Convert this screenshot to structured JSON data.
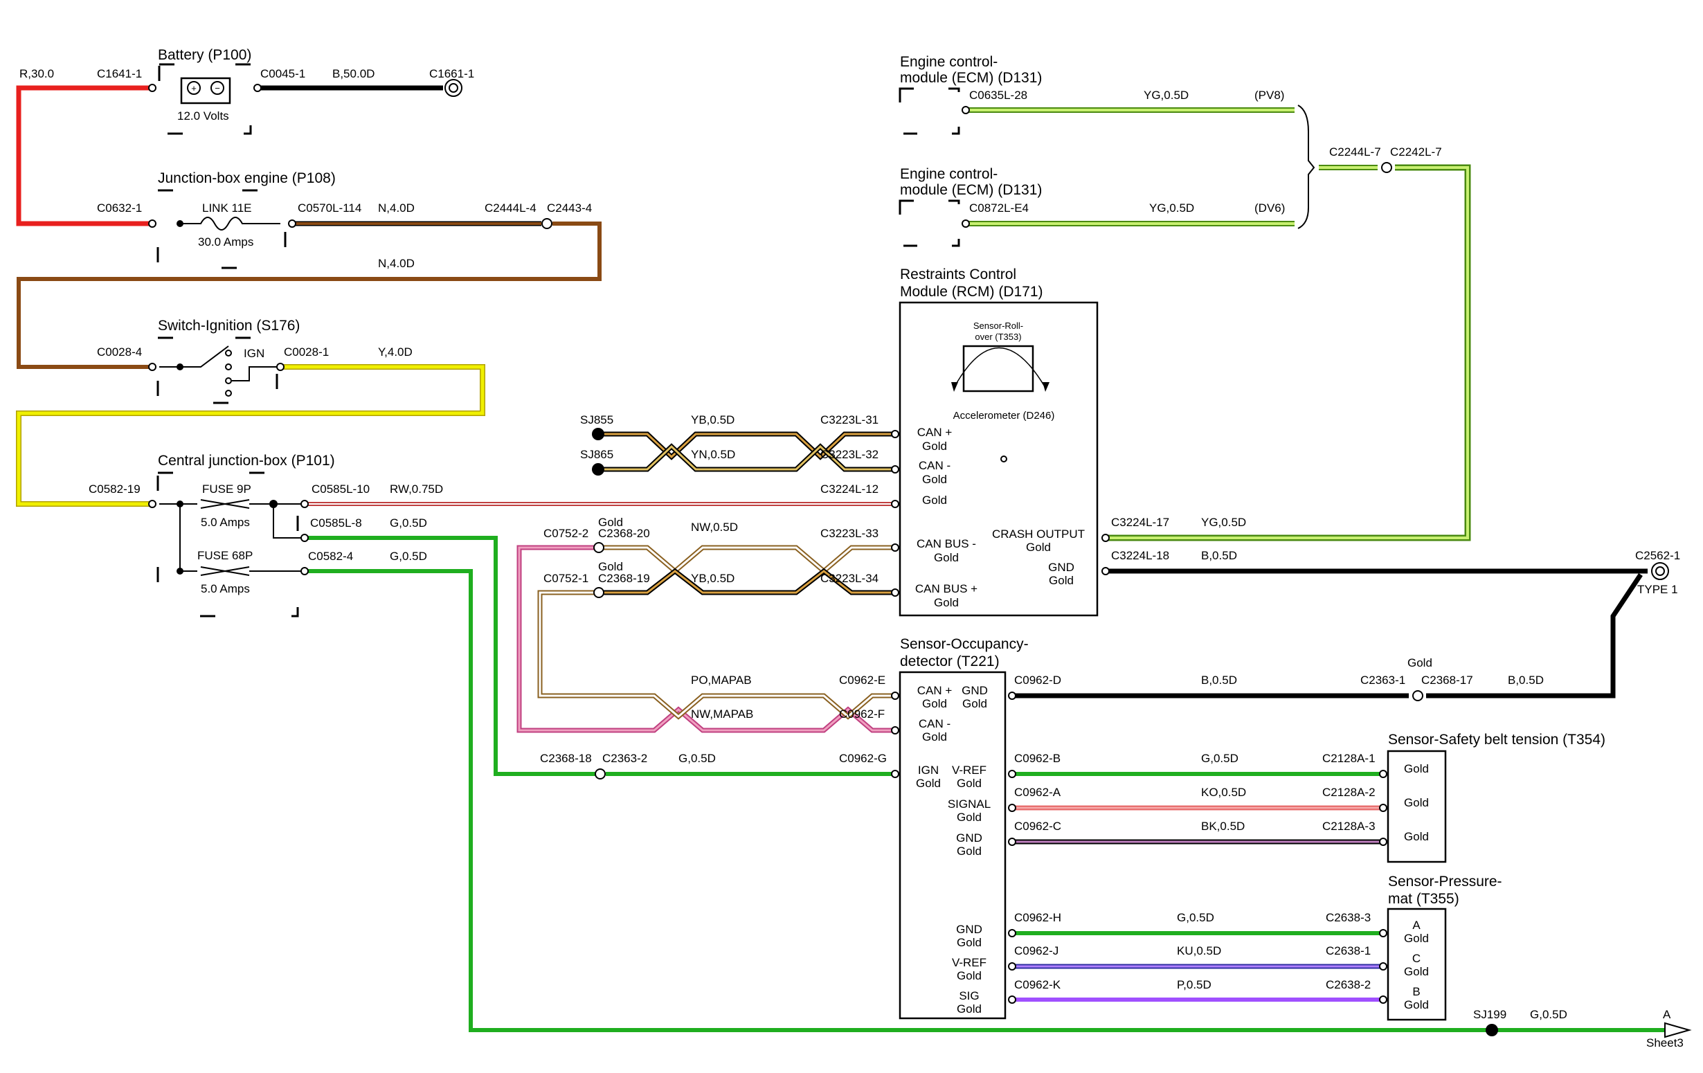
{
  "components": {
    "battery": {
      "title": "Battery (P100)",
      "value": "12.0 Volts"
    },
    "jbe": {
      "title": "Junction-box engine (P108)",
      "link": "LINK 11E",
      "amps": "30.0 Amps"
    },
    "ign": {
      "title": "Switch-Ignition (S176)",
      "pos": "IGN"
    },
    "cjb": {
      "title": "Central junction-box (P101)",
      "fuse1": "FUSE 9P",
      "amps1": "5.0 Amps",
      "fuse2": "FUSE 68P",
      "amps2": "5.0 Amps"
    },
    "ecm1": {
      "title1": "Engine control-",
      "title2": "module (ECM) (D131)"
    },
    "ecm2": {
      "title1": "Engine control-",
      "title2": "module (ECM) (D131)"
    },
    "rcm": {
      "title1": "Restraints Control",
      "title2": "Module (RCM) (D171)",
      "rollover1": "Sensor-Roll-",
      "rollover2": "over (T353)",
      "accel": "Accelerometer (D246)",
      "can_plus": "CAN +",
      "can_minus": "CAN -",
      "gold": "Gold",
      "canbus_minus": "CAN BUS -",
      "canbus_plus": "CAN BUS +",
      "crash": "CRASH OUTPUT",
      "gnd": "GND"
    },
    "occ": {
      "title1": "Sensor-Occupancy-",
      "title2": "detector (T221)",
      "can_plus": "CAN +",
      "gnd": "GND",
      "can_minus": "CAN -",
      "ign": "IGN",
      "vref": "V-REF",
      "signal": "SIGNAL",
      "sig": "SIG",
      "gold": "Gold"
    },
    "belt": {
      "title": "Sensor-Safety belt tension (T354)",
      "gold": "Gold"
    },
    "mat": {
      "title1": "Sensor-Pressure-",
      "title2": "mat (T355)",
      "a": "A",
      "c": "C",
      "b": "B",
      "gold": "Gold"
    }
  },
  "connectors": {
    "c1641_1": "C1641-1",
    "c0045_1": "C0045-1",
    "c1661_1": "C1661-1",
    "c0632_1": "C0632-1",
    "c0570l_114": "C0570L-114",
    "c2444l_4": "C2444L-4",
    "c2443_4": "C2443-4",
    "c0028_4": "C0028-4",
    "c0028_1": "C0028-1",
    "c0582_19": "C0582-19",
    "c0585l_10": "C0585L-10",
    "c0585l_8": "C0585L-8",
    "c0582_4": "C0582-4",
    "c0635l_28": "C0635L-28",
    "c0872l_e4": "C0872L-E4",
    "c2244l_7": "C2244L-7",
    "c2242l_7": "C2242L-7",
    "sj855": "SJ855",
    "sj865": "SJ865",
    "c3223l_31": "C3223L-31",
    "c3223l_32": "C3223L-32",
    "c3224l_12": "C3224L-12",
    "c3223l_33": "C3223L-33",
    "c3223l_34": "C3223L-34",
    "c0752_2": "C0752-2",
    "c2368_20": "C2368-20",
    "c0752_1": "C0752-1",
    "c2368_19": "C2368-19",
    "c3224l_17": "C3224L-17",
    "c3224l_18": "C3224L-18",
    "c2562_1": "C2562-1",
    "type1": "TYPE 1",
    "c0962_e": "C0962-E",
    "c0962_f": "C0962-F",
    "c0962_g": "C0962-G",
    "c0962_d": "C0962-D",
    "c2363_1": "C2363-1",
    "c2368_17": "C2368-17",
    "c2368_18": "C2368-18",
    "c2363_2": "C2363-2",
    "c0962_b": "C0962-B",
    "c0962_a": "C0962-A",
    "c0962_c": "C0962-C",
    "c2128a_1": "C2128A-1",
    "c2128a_2": "C2128A-2",
    "c2128a_3": "C2128A-3",
    "c0962_h": "C0962-H",
    "c0962_j": "C0962-J",
    "c0962_k": "C0962-K",
    "c2638_3": "C2638-3",
    "c2638_1": "C2638-1",
    "c2638_2": "C2638-2",
    "sj199": "SJ199",
    "sheet_a": "A",
    "sheet3": "Sheet3"
  },
  "wires": {
    "r30": "R,30.0",
    "b50": "B,50.0D",
    "n4a": "N,4.0D",
    "n4b": "N,4.0D",
    "y4": "Y,4.0D",
    "rw075": "RW,0.75D",
    "g05a": "G,0.5D",
    "g05b": "G,0.5D",
    "yg05_pv8": "YG,0.5D",
    "pv8": "(PV8)",
    "yg05_dv6": "YG,0.5D",
    "dv6": "(DV6)",
    "yb05a": "YB,0.5D",
    "yn05": "YN,0.5D",
    "gold1": "Gold",
    "nw05": "NW,0.5D",
    "gold2": "Gold",
    "yb05b": "YB,0.5D",
    "yg05_crash": "YG,0.5D",
    "b05_gnd": "B,0.5D",
    "po_mapab": "PO,MAPAB",
    "nw_mapab": "NW,MAPAB",
    "b05_d": "B,0.5D",
    "gold3": "Gold",
    "b05_d2": "B,0.5D",
    "g05_g": "G,0.5D",
    "g05_b": "G,0.5D",
    "ko05": "KO,0.5D",
    "bk05": "BK,0.5D",
    "g05_h": "G,0.5D",
    "ku05": "KU,0.5D",
    "p05": "P,0.5D",
    "g05_sj": "G,0.5D"
  },
  "colors": {
    "red": "#e8201e",
    "black": "#000000",
    "brown": "#8a4a14",
    "yellow": "#f0f000",
    "green": "#1fae1f",
    "lightgreen": "#a8d640",
    "pink": "#f08080",
    "purple": "#a050ff",
    "tan": "#d9a040"
  }
}
